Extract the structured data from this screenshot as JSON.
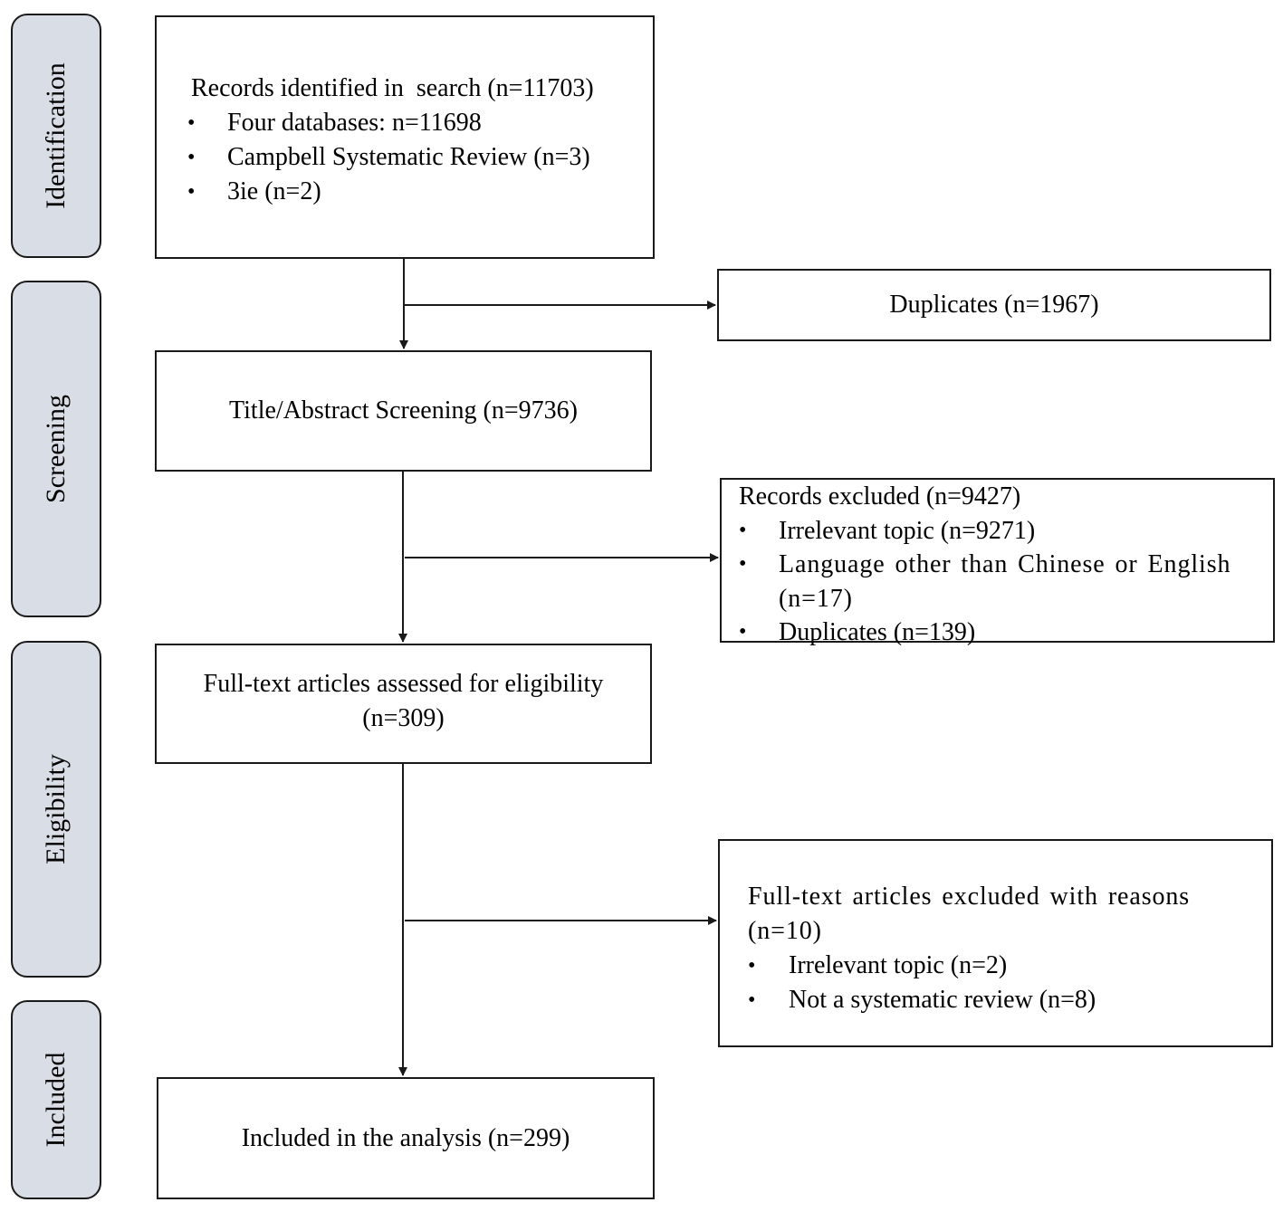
{
  "phases": {
    "identification": "Identification",
    "screening": "Screening",
    "eligibility": "Eligibility",
    "included": "Included"
  },
  "identified": {
    "title": "Records identified in  search (n=11703)",
    "items": [
      "Four databases: n=11698",
      "Campbell Systematic Review (n=3)",
      "3ie (n=2)"
    ]
  },
  "duplicates": {
    "text": "Duplicates (n=1967)"
  },
  "title_screening": {
    "text": "Title/Abstract Screening (n=9736)"
  },
  "records_excluded": {
    "title": "Records excluded (n=9427)",
    "items": [
      "Irrelevant topic (n=9271)",
      "Language other than Chinese or English (n=17)",
      "Duplicates (n=139)"
    ]
  },
  "full_text": {
    "text": "Full-text articles assessed for eligibility (n=309)"
  },
  "fulltext_excluded": {
    "title": "Full-text articles excluded with reasons (n=10)",
    "items": [
      "Irrelevant topic (n=2)",
      "Not a systematic review (n=8)"
    ]
  },
  "included": {
    "text": "Included in the analysis (n=299)"
  }
}
